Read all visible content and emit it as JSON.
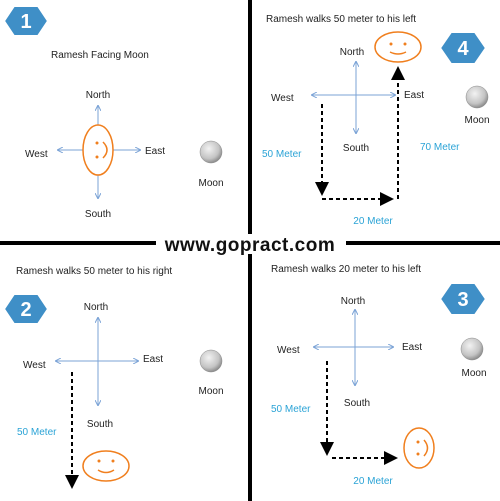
{
  "site": {
    "label": "www.gopract.com"
  },
  "colors": {
    "axis": "#7ba3d6",
    "face": "#f07f1e",
    "badge": "#3f8fc7",
    "meter": "#2aa3d6",
    "divider": "#000000"
  },
  "directions": {
    "north": "North",
    "south": "South",
    "east": "East",
    "west": "West"
  },
  "moon": {
    "label": "Moon"
  },
  "panels": {
    "p1": {
      "badge": "1",
      "title": "Ramesh Facing Moon"
    },
    "p2": {
      "badge": "2",
      "title": "Ramesh walks 50 meter to his right",
      "meter1": "50 Meter"
    },
    "p3": {
      "badge": "3",
      "title": "Ramesh walks 20 meter to his left",
      "meter1": "50 Meter",
      "meter2": "20 Meter"
    },
    "p4": {
      "badge": "4",
      "title": "Ramesh walks 50 meter to his left",
      "meter1": "50 Meter",
      "meter2": "20 Meter",
      "meter3": "70 Meter"
    }
  }
}
